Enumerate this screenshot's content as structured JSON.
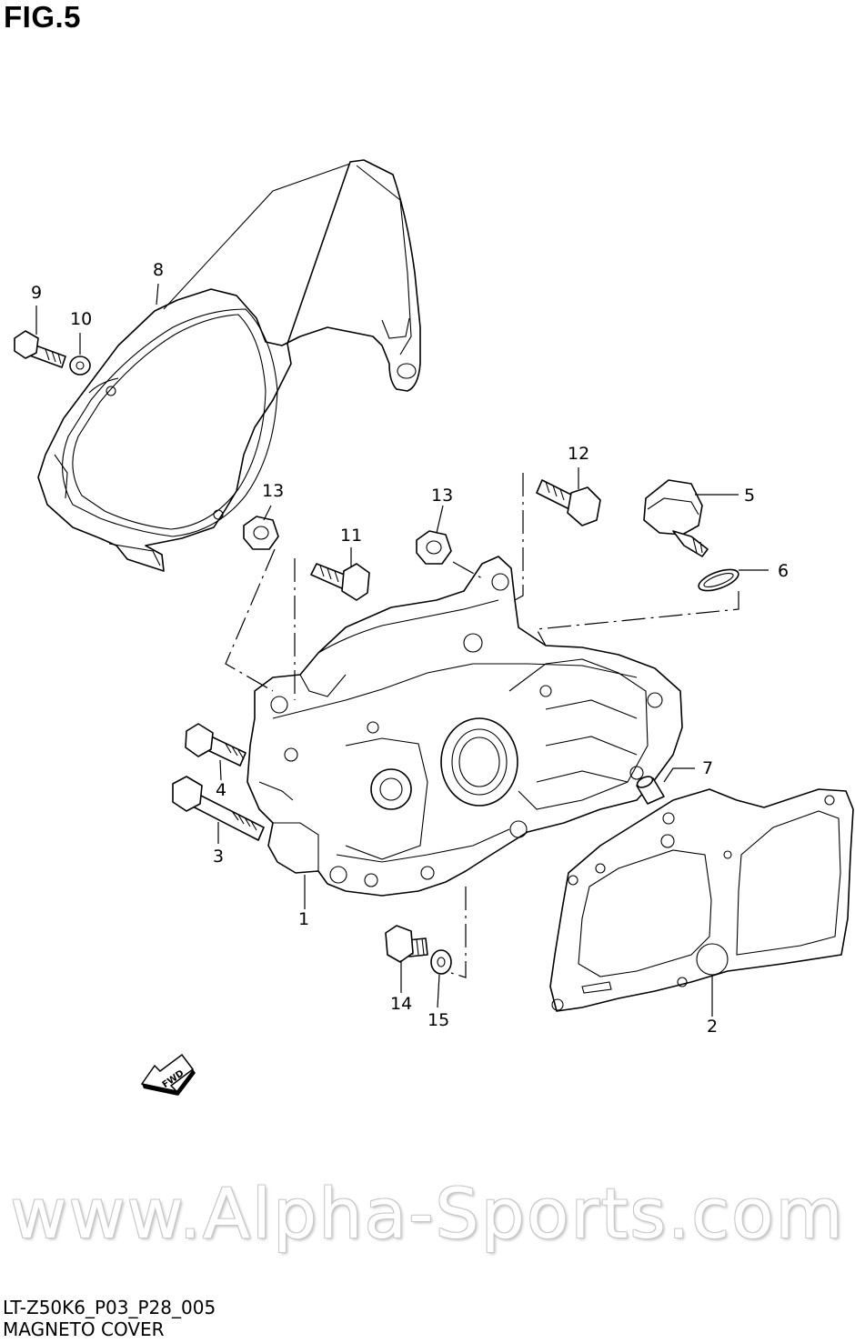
{
  "figure_title": "FIG.5",
  "callouts": {
    "c1": "1",
    "c2": "2",
    "c3": "3",
    "c4": "4",
    "c5": "5",
    "c6": "6",
    "c7": "7",
    "c8": "8",
    "c9": "9",
    "c10": "10",
    "c11": "11",
    "c12": "12",
    "c13a": "13",
    "c13b": "13",
    "c14": "14",
    "c15": "15"
  },
  "fwd_label": "FWD",
  "watermark": "www.Alpha-Sports.com",
  "diagram_code": "LT-Z50K6_P03_P28_005",
  "caption": "MAGNETO COVER"
}
